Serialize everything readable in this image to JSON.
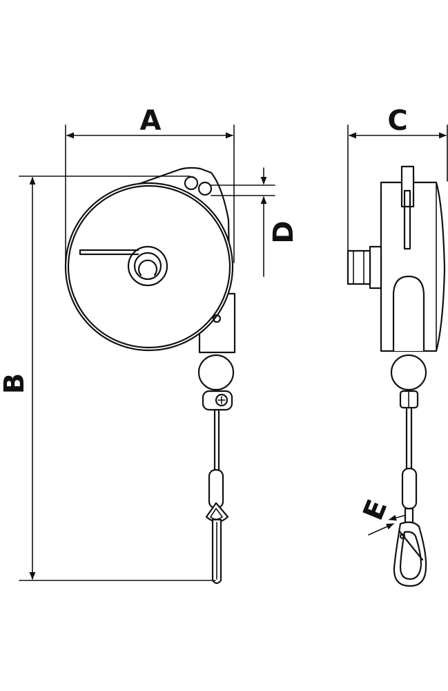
{
  "labels": {
    "A": "A",
    "B": "B",
    "C": "C",
    "D": "D",
    "E": "E"
  },
  "colors": {
    "line": "#111111",
    "background": "#ffffff"
  }
}
